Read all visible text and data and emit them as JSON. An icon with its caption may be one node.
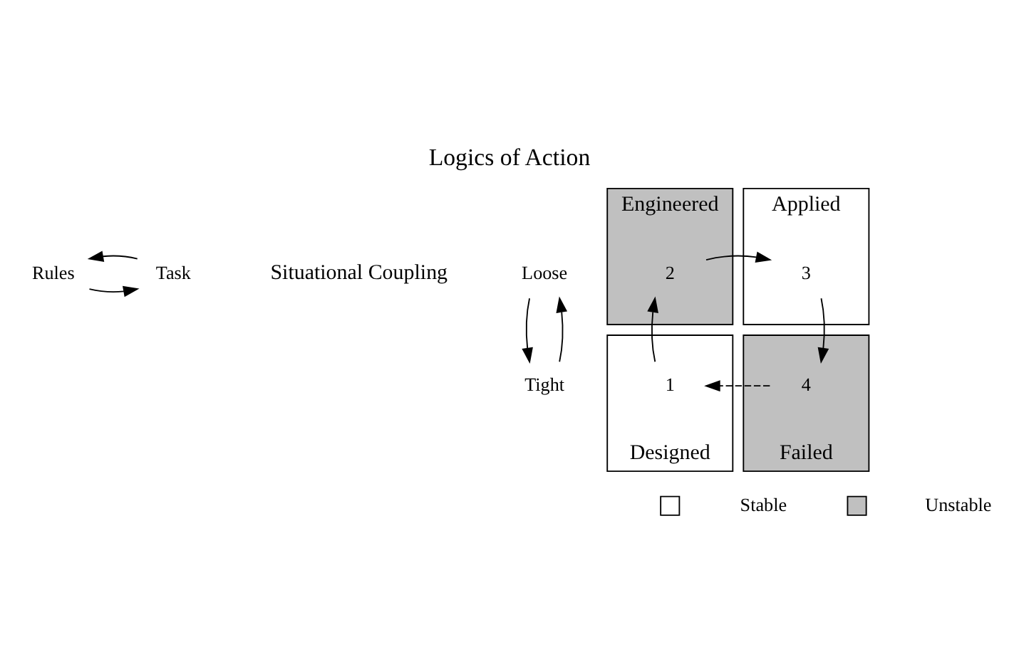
{
  "diagram": {
    "title": "Logics of Action",
    "nodes": [
      {
        "text": [
          "Rules"
        ]
      },
      {
        "text": [
          "Task"
        ]
      },
      {
        "text": [
          "Loose"
        ]
      },
      {
        "text": [
          "Tight"
        ]
      },
      {
        "text": [
          "Engineered"
        ]
      },
      {
        "text": [
          "2"
        ],
        "in": 4
      },
      {
        "text": [
          "Applied"
        ]
      },
      {
        "text": [
          "3"
        ],
        "in": 6
      },
      {
        "text": [
          "Designed"
        ]
      },
      {
        "text": [
          "1"
        ],
        "in": 8
      },
      {
        "text": [
          "Failed"
        ]
      },
      {
        "text": [
          "4"
        ],
        "in": 10
      }
    ],
    "edges": [
      {
        "from": 0,
        "to": 1,
        "arrow": "to"
      },
      {
        "from": 1,
        "to": 0,
        "arrow": "to"
      },
      {
        "from": 3,
        "to": 2,
        "arrow": "to"
      },
      {
        "from": 2,
        "to": 3,
        "arrow": "to"
      },
      {
        "from": 9,
        "to": 5,
        "arrow": "to"
      },
      {
        "from": 5,
        "to": 7,
        "arrow": "to"
      },
      {
        "from": 7,
        "to": 11,
        "arrow": "to"
      },
      {
        "from": 11,
        "to": 9,
        "arrow": "to",
        "style": "dashed"
      }
    ],
    "labels": [
      "Situational Coupling"
    ],
    "legend": [
      {
        "text": "Stable",
        "color": "#ffffff"
      },
      {
        "text": "Unstable",
        "color": "#c0c0c0"
      }
    ]
  }
}
